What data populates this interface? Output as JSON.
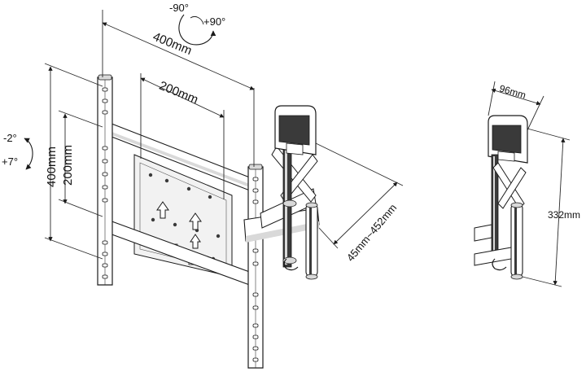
{
  "labels": {
    "rot_minus": "-90°",
    "rot_plus": "+90°",
    "width_outer": "400mm",
    "width_inner": "200mm",
    "height_outer": "400mm",
    "height_inner": "200mm",
    "tilt_minus": "-2°",
    "tilt_plus": "+7°",
    "extension": "45mm~452mm",
    "depth_top": "96mm",
    "height_side": "332mm"
  },
  "colors": {
    "line": "#1a1a1a",
    "fill_light": "#f2f2f2",
    "fill_mid": "#d9d9d9",
    "fill_dark": "#3a3a3a",
    "background": "#ffffff"
  },
  "icons": [
    "rotation-arrow-icon",
    "tilt-arrow-icon",
    "up-arrow-icon"
  ]
}
